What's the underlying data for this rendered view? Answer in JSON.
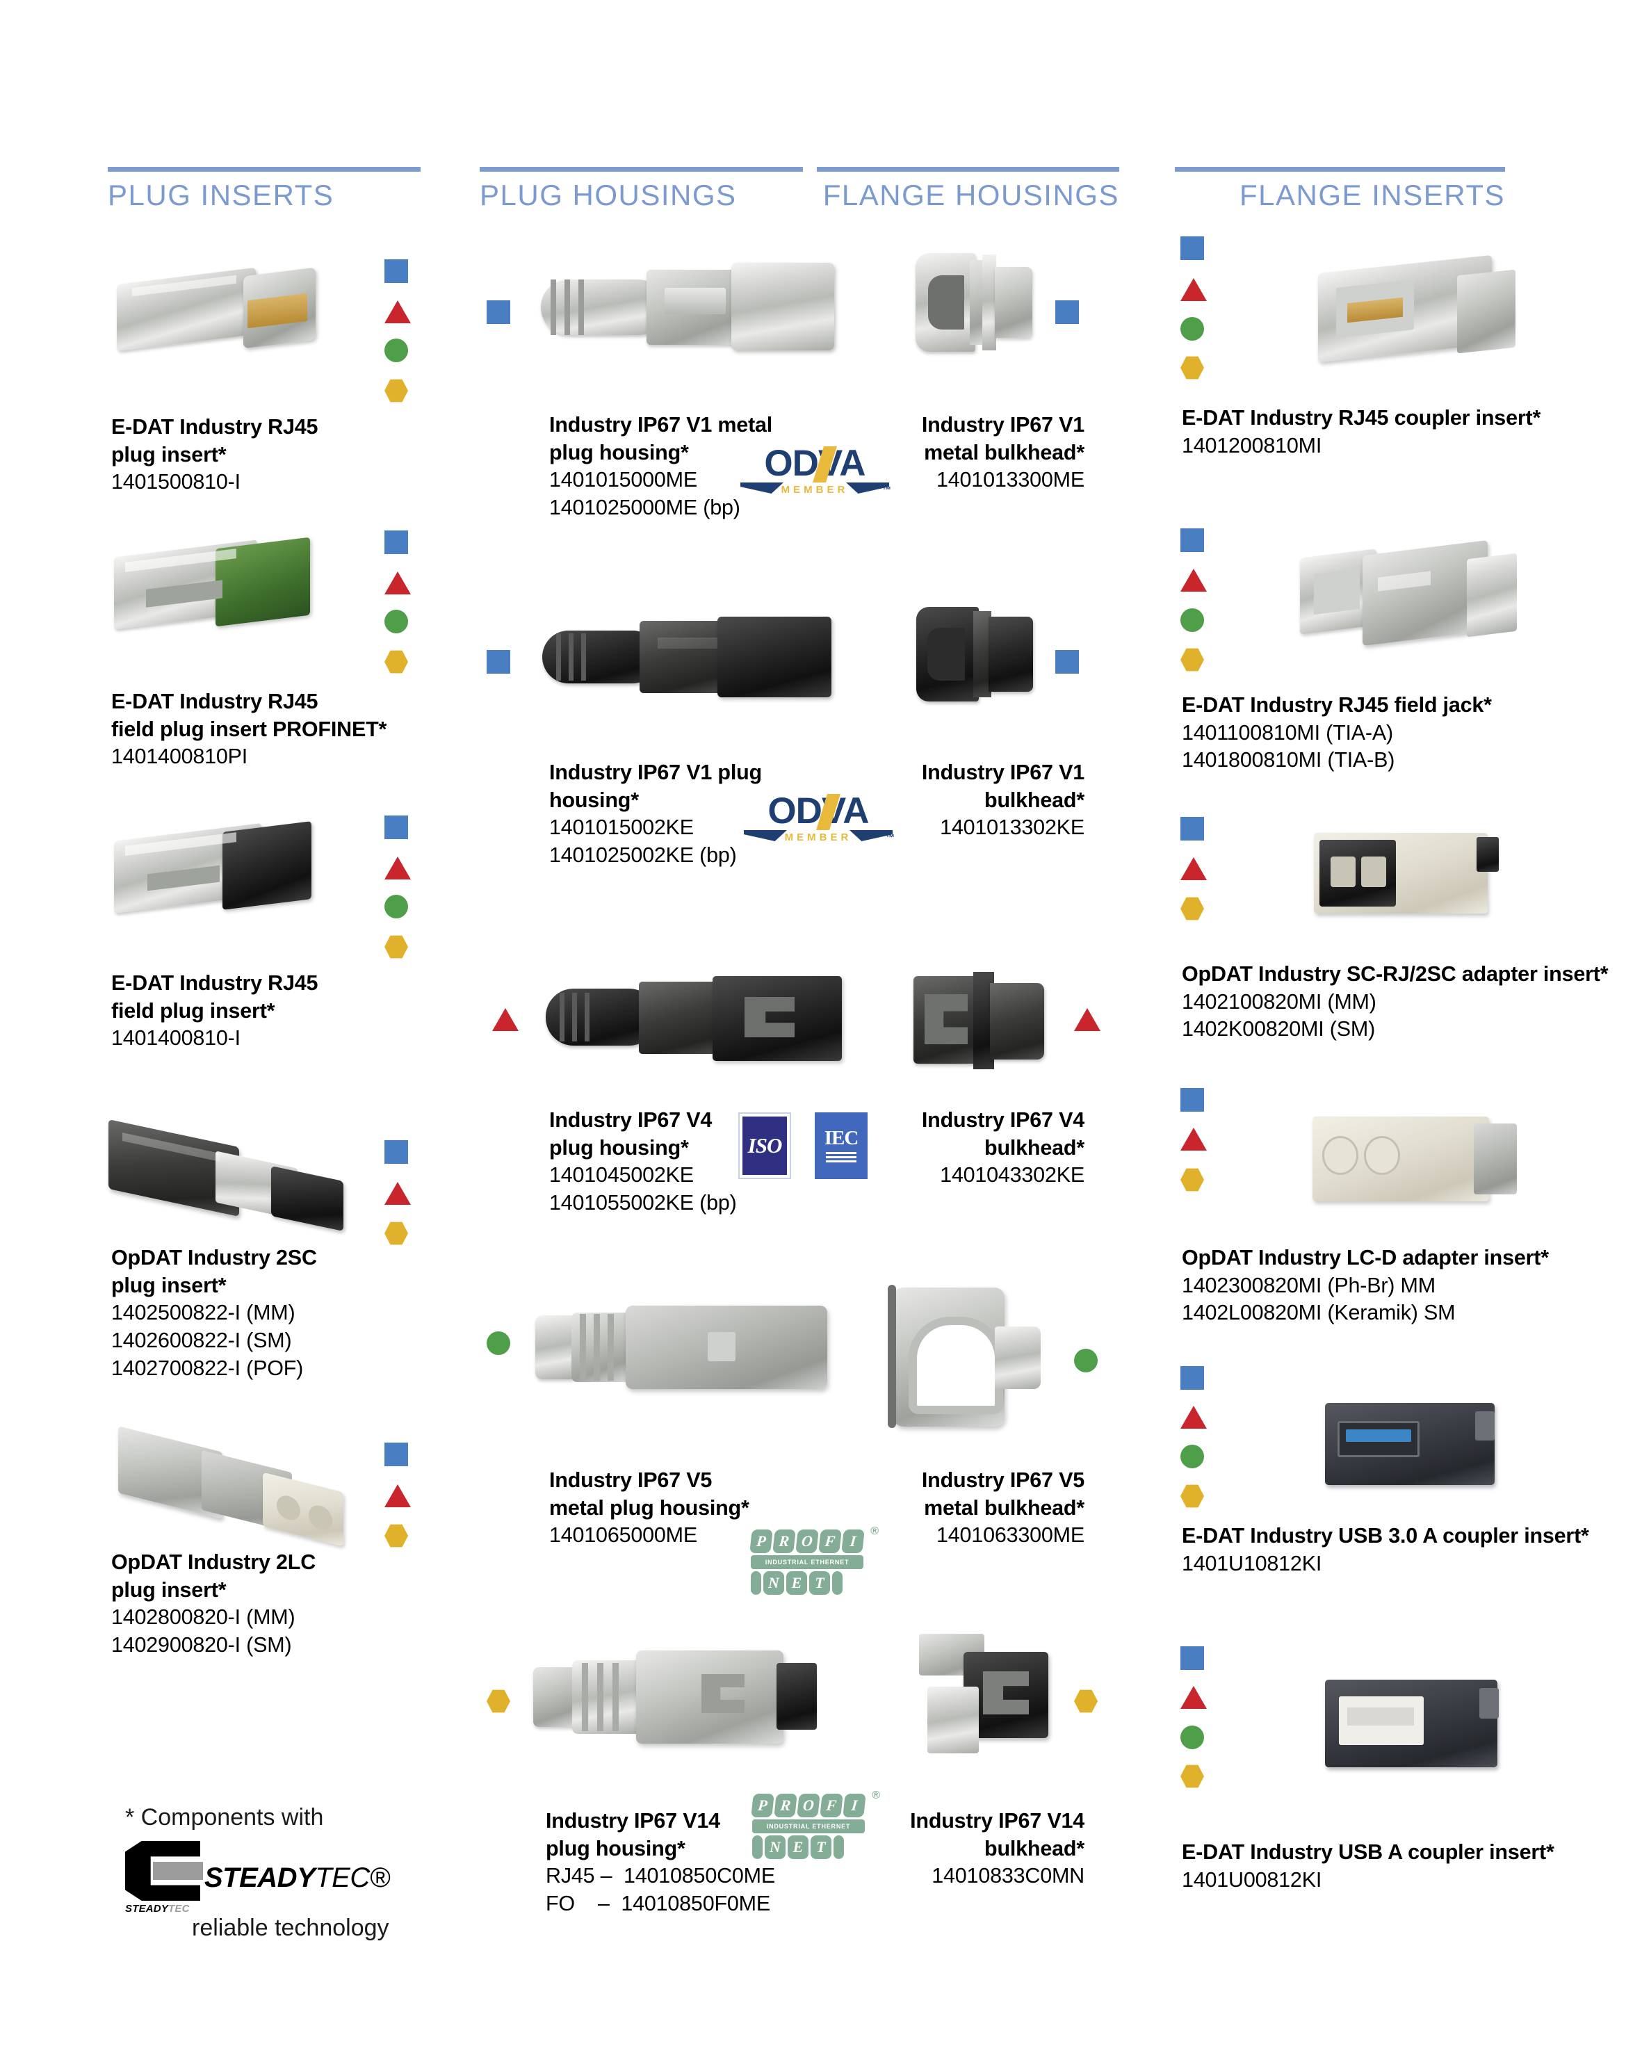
{
  "columns": {
    "plug_inserts": "PLUG INSERTS",
    "plug_housings": "PLUG HOUSINGS",
    "flange_housings": "FLANGE HOUSINGS",
    "flange_inserts": "FLANGE INSERTS"
  },
  "plug_inserts": [
    {
      "title_line1": "E-DAT Industry RJ45",
      "title_line2": "plug insert*",
      "numbers": [
        "1401500810-I"
      ],
      "markers": [
        "square",
        "triangle",
        "circle",
        "hexagon"
      ]
    },
    {
      "title_line1": "E-DAT Industry RJ45",
      "title_line2": "field plug insert PROFINET*",
      "numbers": [
        "1401400810PI"
      ],
      "markers": [
        "square",
        "triangle",
        "circle",
        "hexagon"
      ]
    },
    {
      "title_line1": "E-DAT Industry RJ45",
      "title_line2": "field plug insert*",
      "numbers": [
        "1401400810-I"
      ],
      "markers": [
        "square",
        "triangle",
        "circle",
        "hexagon"
      ]
    },
    {
      "title_line1": "OpDAT Industry 2SC",
      "title_line2": "plug insert*",
      "numbers": [
        "1402500822-I (MM)",
        "1402600822-I (SM)",
        "1402700822-I (POF)"
      ],
      "markers": [
        "square",
        "triangle",
        "hexagon"
      ]
    },
    {
      "title_line1": "OpDAT Industry 2LC",
      "title_line2": "plug insert*",
      "numbers": [
        "1402800820-I (MM)",
        "1402900820-I (SM)"
      ],
      "markers": [
        "square",
        "triangle",
        "hexagon"
      ]
    }
  ],
  "plug_housings": [
    {
      "title_line1": "Industry IP67 V1 metal",
      "title_line2": "plug housing*",
      "numbers": [
        "1401015000ME",
        "1401025000ME (bp)"
      ],
      "logo": "odva",
      "marker": "square"
    },
    {
      "title_line1": "Industry IP67 V1 plug",
      "title_line2": "housing*",
      "numbers": [
        "1401015002KE",
        "1401025002KE (bp)"
      ],
      "logo": "odva",
      "marker": "square"
    },
    {
      "title_line1": "Industry IP67 V4",
      "title_line2": "plug housing*",
      "numbers": [
        "1401045002KE",
        "1401055002KE (bp)"
      ],
      "logo": "iso-iec",
      "marker": "triangle"
    },
    {
      "title_line1": "Industry IP67 V5",
      "title_line2": "metal plug housing*",
      "numbers": [
        "1401065000ME"
      ],
      "logo": "profinet",
      "marker": "circle"
    },
    {
      "title_line1": "Industry IP67 V14",
      "title_line2": "plug housing*",
      "numbers": [
        "RJ45 –  14010850C0ME",
        "FO    –  14010850F0ME"
      ],
      "logo": "profinet",
      "marker": "hexagon"
    }
  ],
  "flange_housings": [
    {
      "title_line1": "Industry IP67 V1",
      "title_line2": "metal bulkhead*",
      "numbers": [
        "1401013300ME"
      ],
      "marker": "square"
    },
    {
      "title_line1": "Industry IP67 V1",
      "title_line2": "bulkhead*",
      "numbers": [
        "1401013302KE"
      ],
      "marker": "square"
    },
    {
      "title_line1": "Industry IP67 V4",
      "title_line2": "bulkhead*",
      "numbers": [
        "1401043302KE"
      ],
      "marker": "triangle"
    },
    {
      "title_line1": "Industry IP67 V5",
      "title_line2": "metal bulkhead*",
      "numbers": [
        "1401063300ME"
      ],
      "marker": "circle"
    },
    {
      "title_line1": "Industry IP67 V14",
      "title_line2": "bulkhead*",
      "numbers": [
        "14010833C0MN"
      ],
      "marker": "hexagon"
    }
  ],
  "flange_inserts": [
    {
      "title": "E-DAT Industry RJ45 coupler insert*",
      "numbers": [
        "1401200810MI"
      ],
      "markers": [
        "square",
        "triangle",
        "circle",
        "hexagon"
      ]
    },
    {
      "title": "E-DAT Industry RJ45 field jack*",
      "numbers": [
        "1401100810MI (TIA-A)",
        "1401800810MI (TIA-B)"
      ],
      "markers": [
        "square",
        "triangle",
        "circle",
        "hexagon"
      ]
    },
    {
      "title": "OpDAT Industry SC-RJ/2SC adapter insert*",
      "numbers": [
        "1402100820MI (MM)",
        "1402K00820MI (SM)"
      ],
      "markers": [
        "square",
        "triangle",
        "hexagon"
      ]
    },
    {
      "title": "OpDAT Industry LC-D adapter insert*",
      "numbers": [
        "1402300820MI (Ph-Br) MM",
        "1402L00820MI (Keramik) SM"
      ],
      "markers": [
        "square",
        "triangle",
        "hexagon"
      ]
    },
    {
      "title": "E-DAT Industry USB 3.0 A coupler insert*",
      "numbers": [
        "1401U10812KI"
      ],
      "markers": [
        "square",
        "triangle",
        "circle",
        "hexagon"
      ]
    },
    {
      "title": "E-DAT Industry USB A coupler insert*",
      "numbers": [
        "1401U00812KI"
      ],
      "markers": [
        "square",
        "triangle",
        "circle",
        "hexagon"
      ]
    }
  ],
  "footnote": {
    "line1": "* Components with",
    "brand_bold": "STEADY",
    "brand_light": "TEC®",
    "line3": "reliable technology",
    "mark_caption_a": "STEADY",
    "mark_caption_b": "TEC"
  },
  "logos": {
    "odva_word": "ODVA",
    "odva_member": "MEMBER",
    "odva_tm": "™",
    "iso": "ISO",
    "iec": "IEC",
    "profinet_r1": [
      "P",
      "R",
      "O",
      "F",
      "I"
    ],
    "profinet_r2": [
      "N",
      "E",
      "T"
    ],
    "profinet_bar": "INDUSTRIAL ETHERNET",
    "profinet_reg": "®"
  },
  "colors": {
    "header_blue": "#7b9ad0",
    "marker_square": "#4a7ec2",
    "marker_triangle": "#c8252c",
    "marker_circle": "#4e9e4a",
    "marker_hexagon": "#e0b22c",
    "odva_blue": "#1f3f72",
    "odva_gold": "#e9b93c",
    "iso_purple": "#312f82",
    "iec_blue": "#4268bd",
    "profinet_green": "#84ad97"
  }
}
